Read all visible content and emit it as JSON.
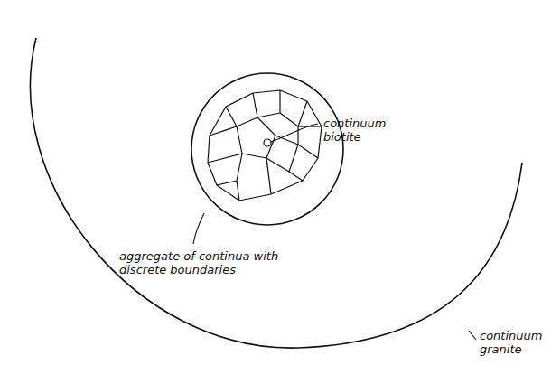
{
  "diagram": {
    "labels": [
      "continuum biotite",
      "aggregate of continua with discrete boundaries",
      "continuum granite"
    ]
  }
}
